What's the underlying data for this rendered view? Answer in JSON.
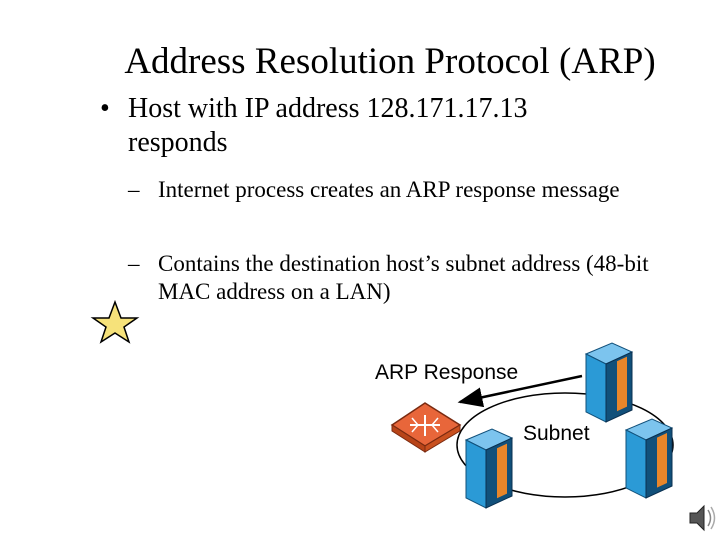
{
  "slide": {
    "title": "Address Resolution Protocol (ARP)",
    "bullet_marker": "•",
    "bullet_text": "Host with IP address 128.171.17.13 responds",
    "dash_marker": "–",
    "sub_bullets": [
      "Internet process creates an ARP response message",
      "Contains the destination host’s subnet address (48-bit MAC address on a LAN)"
    ]
  },
  "diagram": {
    "arp_label": "ARP Response",
    "subnet_label": "Subnet"
  },
  "icons": {
    "star": "star-icon",
    "router": "router-icon",
    "server": "server-icon",
    "speaker": "speaker-icon"
  },
  "colors": {
    "server_body": "#2b9ad6",
    "server_dark": "#11507a",
    "server_panel": "#e8862a",
    "router_fill": "#e8663a",
    "star_fill": "#f6e27a"
  }
}
